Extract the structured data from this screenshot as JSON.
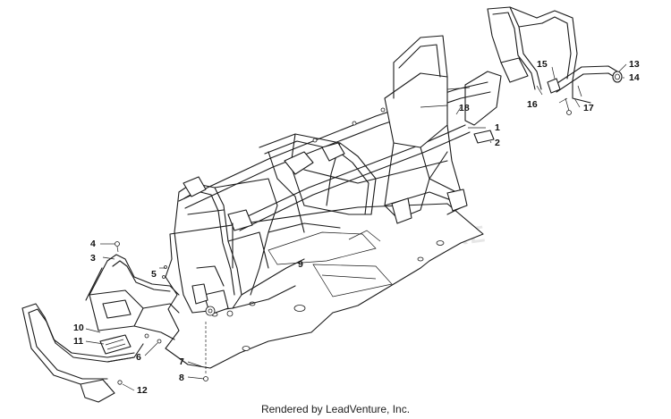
{
  "diagram": {
    "watermark": "LEADVENTURE",
    "callouts": [
      {
        "id": "c1",
        "label": "1"
      },
      {
        "id": "c2",
        "label": "2"
      },
      {
        "id": "c3",
        "label": "3"
      },
      {
        "id": "c4",
        "label": "4"
      },
      {
        "id": "c5",
        "label": "5"
      },
      {
        "id": "c6",
        "label": "6"
      },
      {
        "id": "c7",
        "label": "7"
      },
      {
        "id": "c8",
        "label": "8"
      },
      {
        "id": "c9",
        "label": "9"
      },
      {
        "id": "c10",
        "label": "10"
      },
      {
        "id": "c11",
        "label": "11"
      },
      {
        "id": "c12",
        "label": "12"
      },
      {
        "id": "c13",
        "label": "13"
      },
      {
        "id": "c14",
        "label": "14"
      },
      {
        "id": "c15",
        "label": "15"
      },
      {
        "id": "c16",
        "label": "16"
      },
      {
        "id": "c17",
        "label": "17"
      },
      {
        "id": "c18",
        "label": "18"
      }
    ]
  },
  "footer": {
    "credit": "Rendered by LeadVenture, Inc."
  }
}
